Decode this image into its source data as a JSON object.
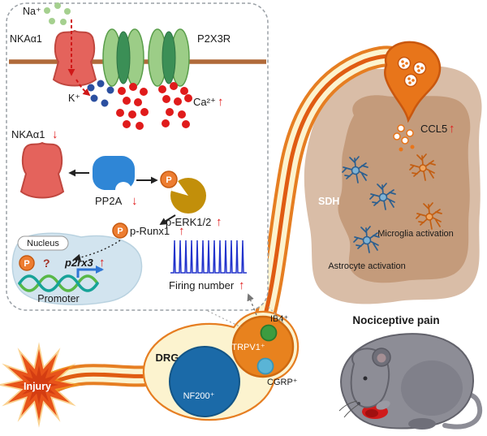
{
  "inset": {
    "na": "Na⁺",
    "nka": "NKAα1",
    "p2x3r": "P2X3R",
    "k": "K⁺",
    "ca": "Ca²⁺",
    "pp2a": "PP2A",
    "perk": "p-ERK1/2",
    "prunx1": "p-Runx1",
    "phos": "P",
    "nucleus": "Nucleus",
    "question": "?",
    "gene": "p2rx3",
    "promoter": "Promoter",
    "firing": "Firing number"
  },
  "neuron": {
    "injury": "Injury",
    "drg": "DRG",
    "nf200": "NF200⁺",
    "trpv1": "TRPV1⁺",
    "ib4": "IB4⁺",
    "cgrp": "CGRP⁺"
  },
  "sdh": {
    "label": "SDH",
    "ccl5": "CCL5",
    "microglia": "Microglia activation",
    "astrocyte": "Astrocyte activation"
  },
  "mouse": {
    "caption": "Nociceptive pain"
  },
  "glyphs": {
    "up": "↑",
    "down": "↓"
  },
  "colors": {
    "red_dot": "#e01b1b",
    "pump_red": "#e4635c",
    "channel_green": "#9ccd87",
    "channel_dark_green": "#3b8f56",
    "na_green": "#a5d08f",
    "k_blue": "#2b4fa0",
    "pp2a_blue": "#2f86d6",
    "erk_gold": "#c28f0a",
    "phosphate_orange": "#ed7d31",
    "nucleus_fill": "#d2e4ef",
    "axon_cream": "#fcf3cf",
    "axon_orange": "#e67e22",
    "axon_core": "#e05c12",
    "nf200_blue": "#1b6aa8",
    "trpv1_orange": "#e8821e",
    "ib4_green": "#3d9c40",
    "cgrp_blue": "#5ab4d6",
    "injury_orange": "#e8541a",
    "sdh_outer_tan": "#d9bda7",
    "sdh_inner_tan": "#c49b7b",
    "astrocyte_blue": "#2c5f8f",
    "microglia_orange": "#c35e12",
    "mouse_gray": "#8d8d96",
    "wound_red": "#cf1b1b",
    "spike_blue": "#2233cc"
  }
}
